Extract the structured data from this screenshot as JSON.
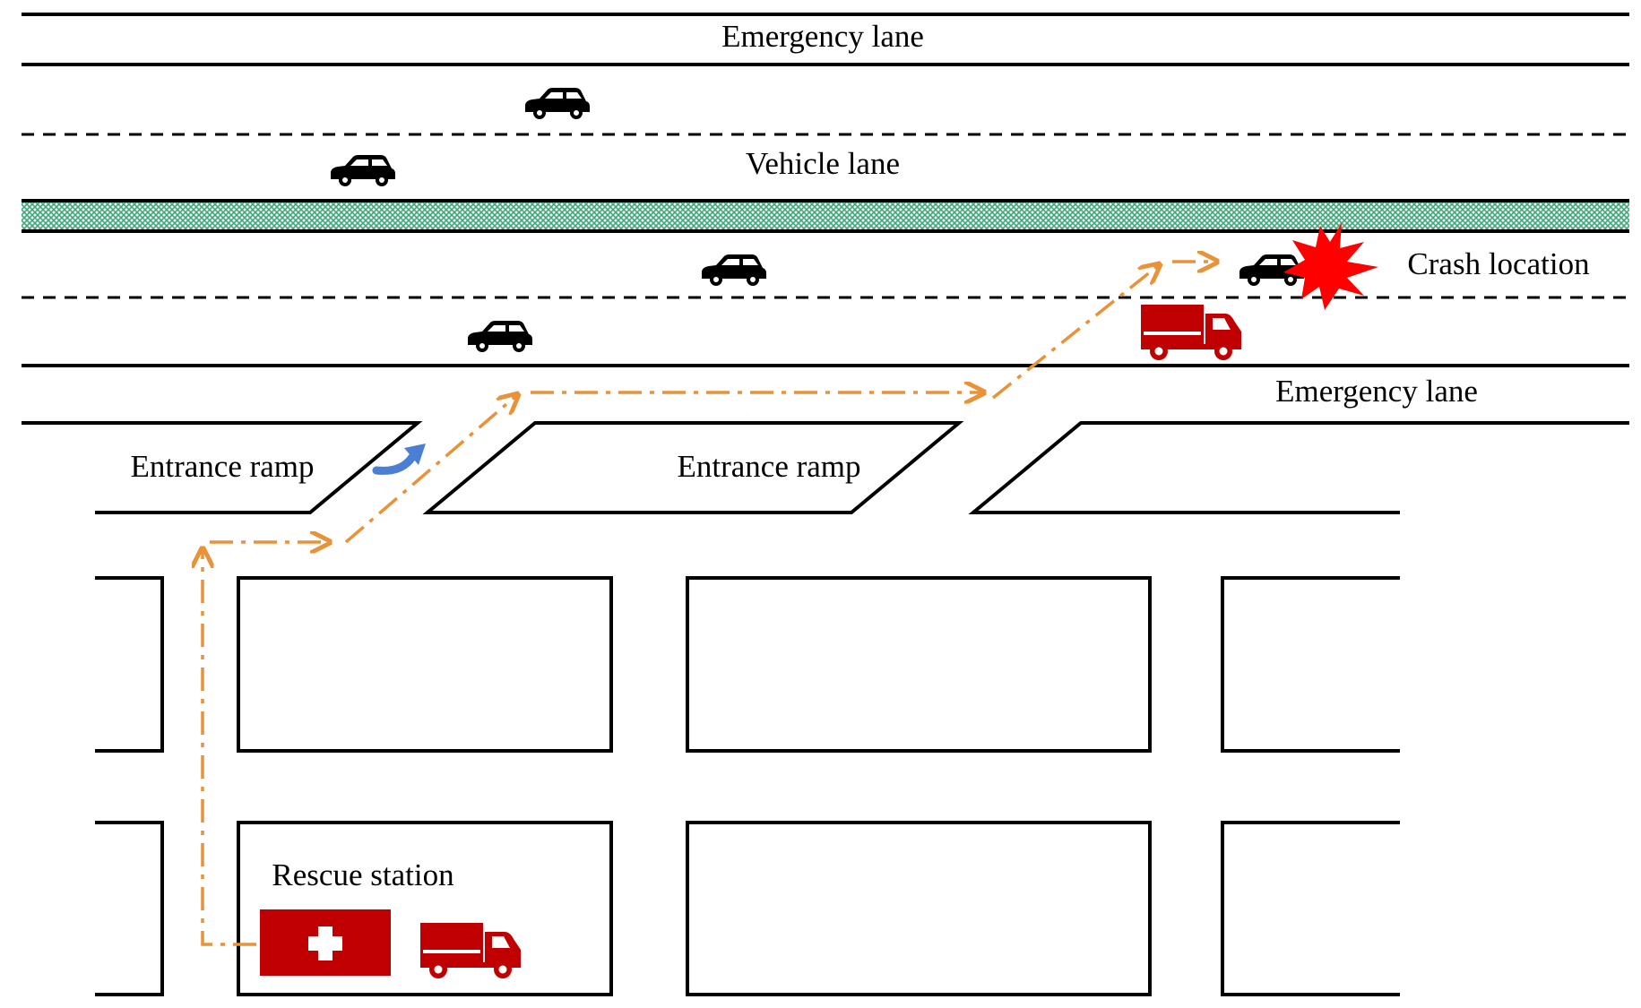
{
  "labels": {
    "emergency_lane_top": "Emergency lane",
    "vehicle_lane": "Vehicle lane",
    "crash_location": "Crash location",
    "emergency_lane_bottom": "Emergency lane",
    "entrance_ramp_left": "Entrance ramp",
    "entrance_ramp_middle": "Entrance ramp",
    "rescue_station": "Rescue station"
  },
  "icons": {
    "car": "car-icon",
    "rescue_truck": "truck-icon",
    "first_aid": "first-aid-cross-icon",
    "crash": "explosion-icon",
    "turn_arrow": "curved-arrow-icon"
  },
  "colors": {
    "route": "#E8923A",
    "rescue_red": "#C00000",
    "crash_red": "#FF0000",
    "median": "#3FA878",
    "turn_arrow": "#4A7FD4",
    "line": "#000000"
  }
}
